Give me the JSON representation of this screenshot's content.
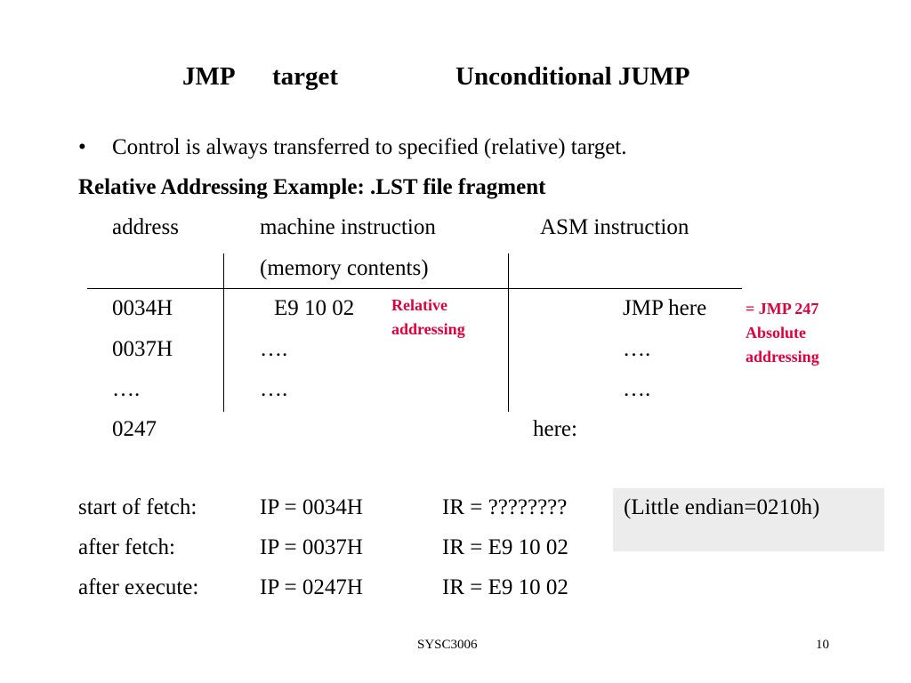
{
  "slide": {
    "title_left": "JMP",
    "title_mid": "target",
    "title_right": "Unconditional JUMP",
    "bullet_symbol": "•",
    "bullet_text": "Control is always transferred to specified (relative) target.",
    "subheading": "Relative Addressing Example: .LST file fragment"
  },
  "listing": {
    "headers": {
      "address": "address",
      "machine": "machine instruction",
      "machine_sub": "(memory contents)",
      "asm": "ASM instruction"
    },
    "rows": [
      {
        "address": "0034H",
        "machine": "E9  10 02",
        "asm": "JMP  here"
      },
      {
        "address": "0037H",
        "machine": "….",
        "asm": "…."
      },
      {
        "address": "….",
        "machine": "….",
        "asm": "…."
      },
      {
        "address": "0247",
        "machine": "",
        "asm": "here:"
      }
    ],
    "note_relative": [
      "Relative",
      "addressing"
    ],
    "note_absolute": [
      "= JMP 247",
      "Absolute",
      "addressing"
    ]
  },
  "execution": {
    "rows": [
      {
        "label": "start of fetch:",
        "ip": "IP = 0034H",
        "ir": "IR =  ????????"
      },
      {
        "label": "after fetch:",
        "ip": "IP = 0037H",
        "ir": "IR =  E9 10 02"
      },
      {
        "label": "after execute:",
        "ip": "IP = 0247H",
        "ir": "IR =  E9 10 02"
      }
    ],
    "endian_note": "(Little endian=0210h)"
  },
  "footer": {
    "course": "SYSC3006",
    "page": "10"
  },
  "colors": {
    "annotation": "#e0003c",
    "note_box": "#ececec"
  }
}
